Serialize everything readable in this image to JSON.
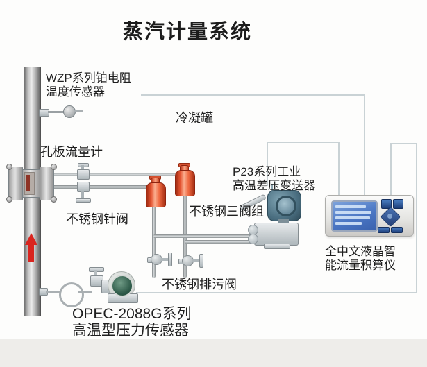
{
  "title": "蒸汽计量系统",
  "labels": {
    "temp_sensor_l1": "WZP系列铂电阻",
    "temp_sensor_l2": "温度传感器",
    "orifice_meter": "孔板流量计",
    "condensate_pot": "冷凝罐",
    "needle_valve": "不锈钢针阀",
    "three_valve_manifold": "不锈钢三阀组",
    "dp_transmitter_l1": "P23系列工业",
    "dp_transmitter_l2": "高温差压变送器",
    "blowdown_valve": "不锈钢排污阀",
    "pressure_sensor_l1": "OPEC-2088G系列",
    "pressure_sensor_l2": "高温型压力传感器",
    "flow_totalizer_l1": "全中文液晶智",
    "flow_totalizer_l2": "能流量积算仪"
  },
  "colors": {
    "flow_arrow_red": "#d9251f",
    "condensate_pot_orange": "#e8603a",
    "signal_line_gray": "#c9d2d5",
    "lcd_blue": "#4a76c4",
    "gauge_green": "#2d5948",
    "transmitter_blue_gray": "#4a6e80"
  }
}
